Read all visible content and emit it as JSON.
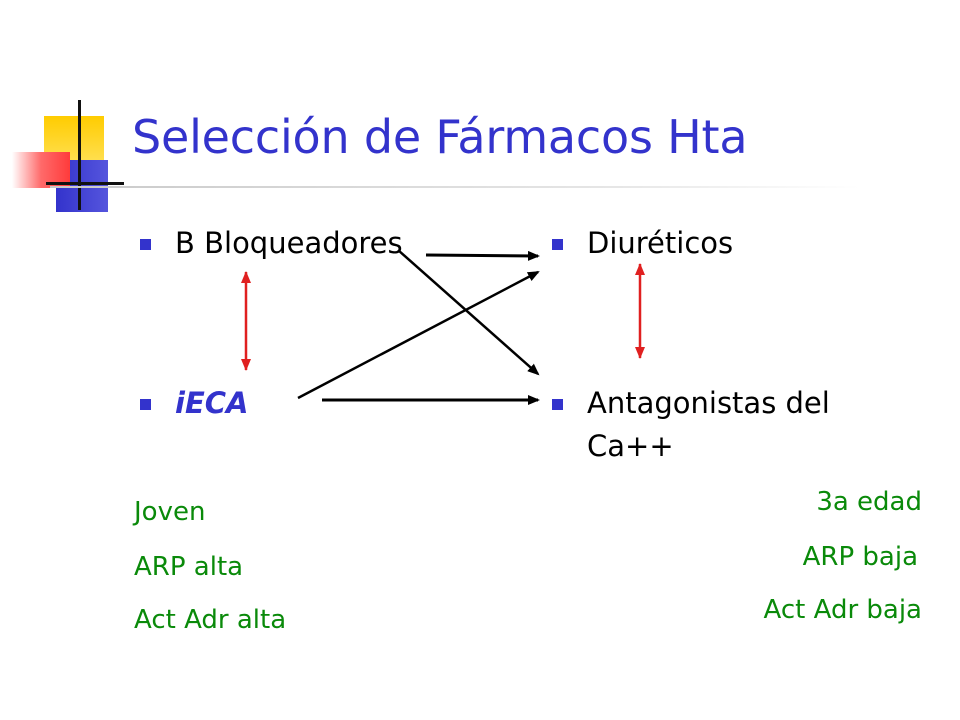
{
  "title": "Selección de Fármacos Hta",
  "left_column": {
    "item1": "B Bloqueadores",
    "item2": "iECA"
  },
  "right_column": {
    "item1": "Diuréticos",
    "item2_line1": "Antagonistas del",
    "item2_line2": "Ca++"
  },
  "left_notes": [
    "Joven",
    "ARP alta",
    "Act Adr alta"
  ],
  "right_notes": [
    "3a edad",
    "ARP baja",
    "Act Adr baja"
  ],
  "colors": {
    "title": "#3333cc",
    "bullet": "#3333cc",
    "notes": "#0a8a0a",
    "double_arrows": "#e02020",
    "arrows": "#000000"
  }
}
